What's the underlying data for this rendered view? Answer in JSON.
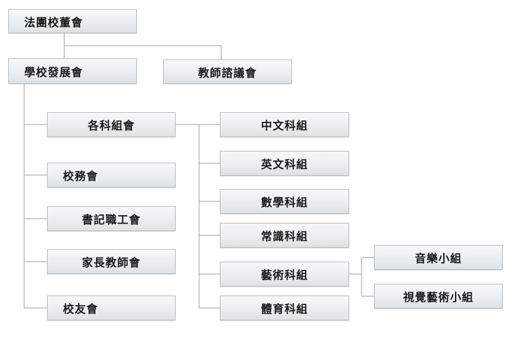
{
  "nodes": {
    "sponsor_board": "法團校董會",
    "school_development": "學校發展會",
    "teacher_council": "教師諮議會",
    "subject_panels": "各科組會",
    "school_affairs": "校務會",
    "clerical_staff": "書記職工會",
    "parent_teacher": "家長教師會",
    "alumni": "校友會",
    "chinese": "中文科組",
    "english": "英文科組",
    "maths": "數學科組",
    "general_studies": "常識科組",
    "arts": "藝術科組",
    "pe": "體育科組",
    "music": "音樂小組",
    "visual_arts": "視覺藝術小組"
  }
}
